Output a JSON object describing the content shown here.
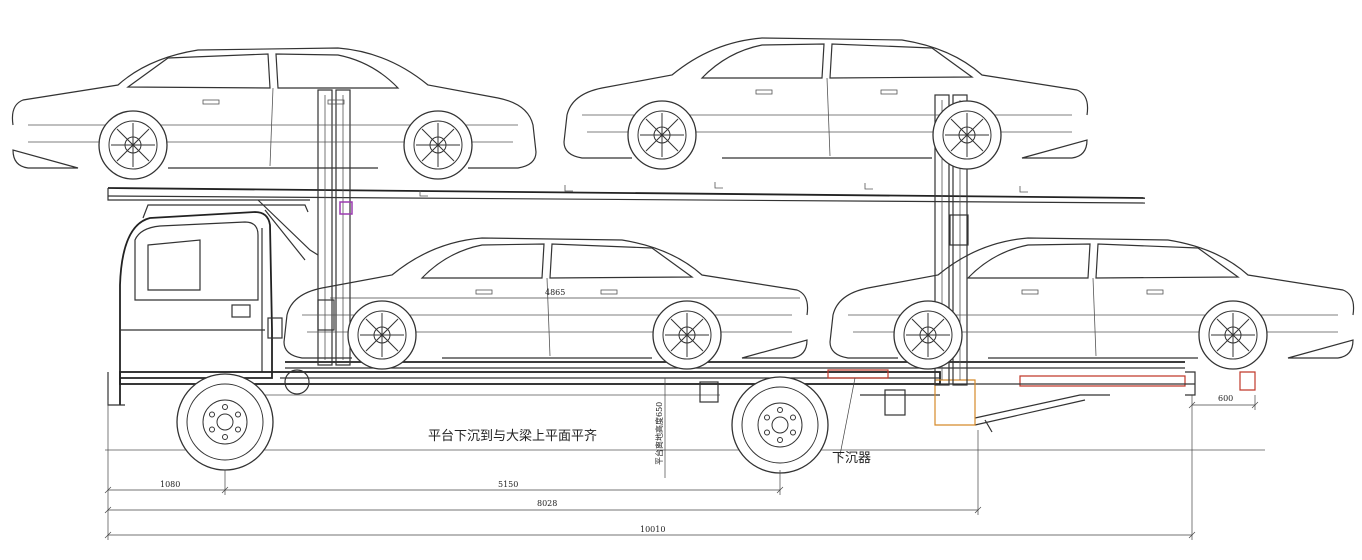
{
  "labels": {
    "platform_note": "平台下沉到与大梁上平面平齐",
    "lowering_device": "下沉器"
  },
  "dimensions": {
    "front_overhang": "1080",
    "wheelbase": "5150",
    "chassis_length": "8028",
    "overall_length": "10010",
    "rear_extension": "600",
    "car_length": "4865",
    "platform_height": "平台离地高度650"
  },
  "colors": {
    "line": "#333333",
    "accent_red": "#c0392b",
    "accent_orange": "#d58a2a",
    "accent_purple": "#9b3bb0"
  }
}
